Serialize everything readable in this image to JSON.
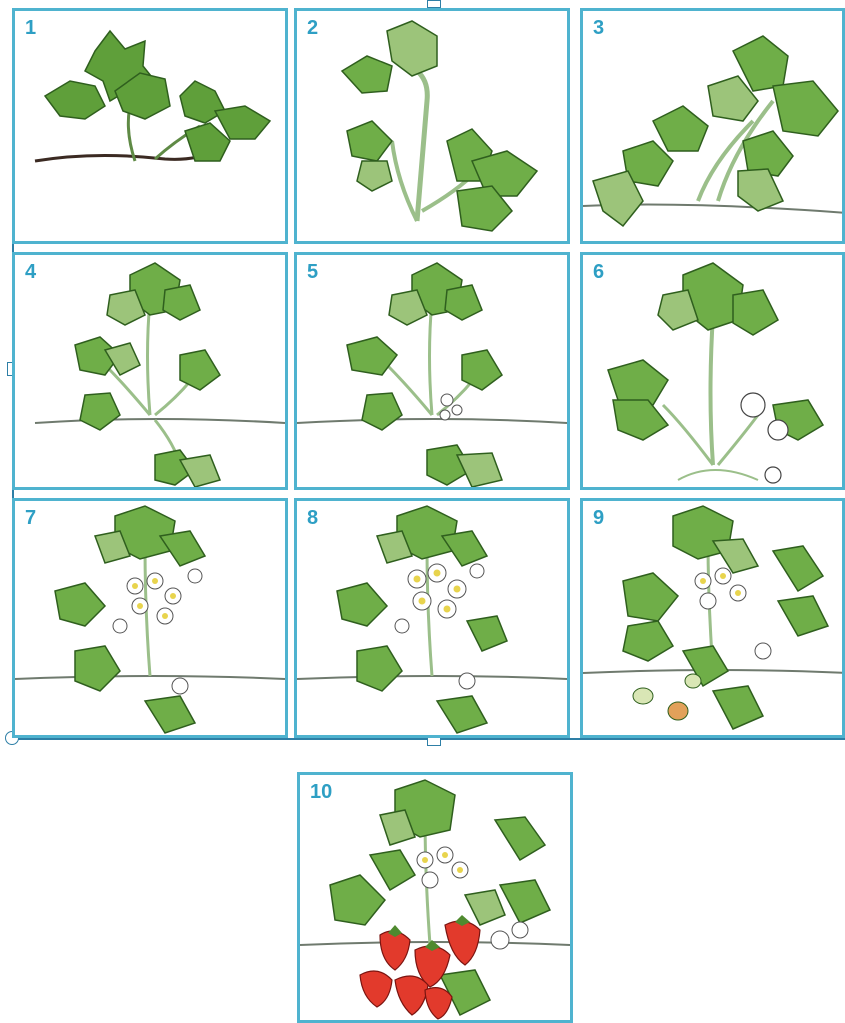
{
  "panels": [
    {
      "label": "1"
    },
    {
      "label": "2"
    },
    {
      "label": "3"
    },
    {
      "label": "4"
    },
    {
      "label": "5"
    },
    {
      "label": "6"
    },
    {
      "label": "7"
    },
    {
      "label": "8"
    },
    {
      "label": "9"
    },
    {
      "label": "10"
    }
  ],
  "colors": {
    "frame": "#4fb3cf",
    "number": "#2e9fc4",
    "leaf": "#5f9f3a",
    "leaf_dark": "#2f5f1e",
    "flower": "#ffffff",
    "flower_center": "#e8d44d",
    "berry": "#e23a2c",
    "ground_line": "#6f7a6e"
  }
}
